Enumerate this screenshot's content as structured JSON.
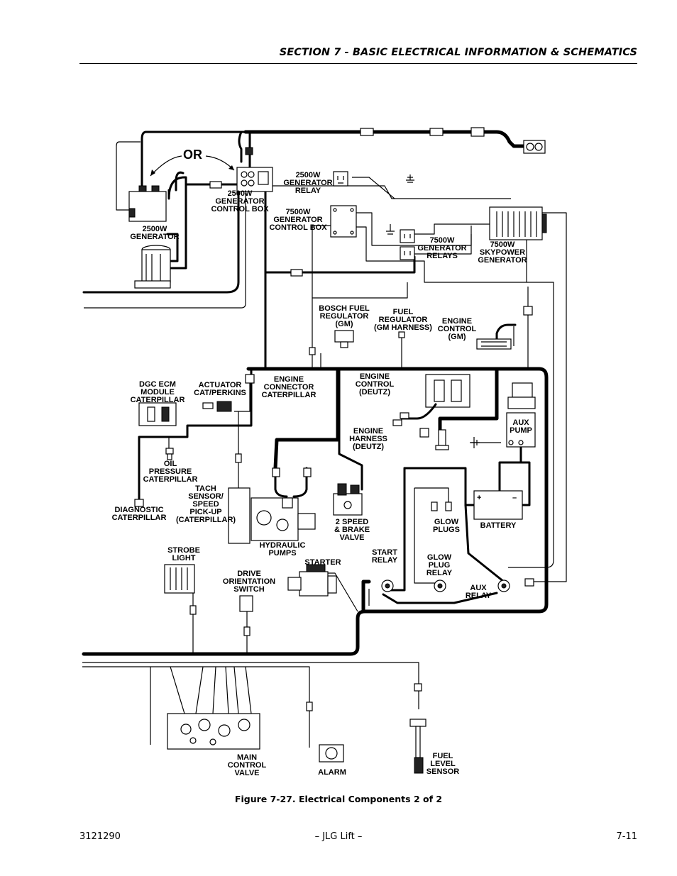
{
  "header": {
    "section_title": "SECTION 7 - BASIC ELECTRICAL INFORMATION & SCHEMATICS"
  },
  "figure": {
    "caption": "Figure 7-27.  Electrical Components 2 of 2",
    "or_label": "OR",
    "labels": {
      "gen_2500w": [
        "2500W",
        "GENERATOR"
      ],
      "gen_control_box_2500w": [
        "2500W",
        "GENERATOR",
        "CONTROL BOX"
      ],
      "gen_relay_2500w": [
        "2500W",
        "GENERATOR",
        "RELAY"
      ],
      "gen_control_box_7500w": [
        "7500W",
        "GENERATOR",
        "CONTROL BOX"
      ],
      "gen_relays_7500w": [
        "7500W",
        "GENERATOR",
        "RELAYS"
      ],
      "skypower_7500w": [
        "7500W",
        "SKYPOWER",
        "GENERATOR"
      ],
      "bosch_fuel_regulator": [
        "BOSCH FUEL",
        "REGULATOR",
        "(GM)"
      ],
      "fuel_regulator_gm_harness": [
        "FUEL",
        "REGULATOR",
        "(GM HARNESS)"
      ],
      "engine_control_gm": [
        "ENGINE",
        "CONTROL",
        "(GM)"
      ],
      "dgc_ecm_module": [
        "DGC ECM",
        "MODULE",
        "CATERPILLAR"
      ],
      "actuator": [
        "ACTUATOR",
        "CAT/PERKINS"
      ],
      "engine_connector_cat": [
        "ENGINE",
        "CONNECTOR",
        "CATERPILLAR"
      ],
      "engine_control_deutz": [
        "ENGINE",
        "CONTROL",
        "(DEUTZ)"
      ],
      "engine_harness_deutz": [
        "ENGINE",
        "HARNESS",
        "(DEUTZ)"
      ],
      "aux_pump": [
        "AUX",
        "PUMP"
      ],
      "oil_pressure": [
        "OIL",
        "PRESSURE",
        "CATERPILLAR"
      ],
      "diagnostic": [
        "DIAGNOSTIC",
        "CATERPILLAR"
      ],
      "tach_sensor": [
        "TACH",
        "SENSOR/",
        "SPEED",
        "PICK-UP",
        "(CATERPILLAR)"
      ],
      "two_speed_brake_valve": [
        "2 SPEED",
        "& BRAKE",
        "VALVE"
      ],
      "hydraulic_pumps": [
        "HYDRAULIC",
        "PUMPS"
      ],
      "glow_plugs": [
        "GLOW",
        "PLUGS"
      ],
      "battery": [
        "BATTERY"
      ],
      "battery_plus": "+",
      "battery_minus": "–",
      "strobe_light": [
        "STROBE",
        "LIGHT"
      ],
      "drive_orientation_switch": [
        "DRIVE",
        "ORIENTATION",
        "SWITCH"
      ],
      "starter": [
        "STARTER"
      ],
      "start_relay": [
        "START",
        "RELAY"
      ],
      "glow_plug_relay": [
        "GLOW",
        "PLUG",
        "RELAY"
      ],
      "aux_relay": [
        "AUX",
        "RELAY"
      ],
      "main_control_valve": [
        "MAIN",
        "CONTROL",
        "VALVE"
      ],
      "alarm": [
        "ALARM"
      ],
      "fuel_level_sensor": [
        "FUEL",
        "LEVEL",
        "SENSOR"
      ]
    }
  },
  "footer": {
    "doc_number": "3121290",
    "center": "– JLG Lift –",
    "page": "7-11"
  }
}
